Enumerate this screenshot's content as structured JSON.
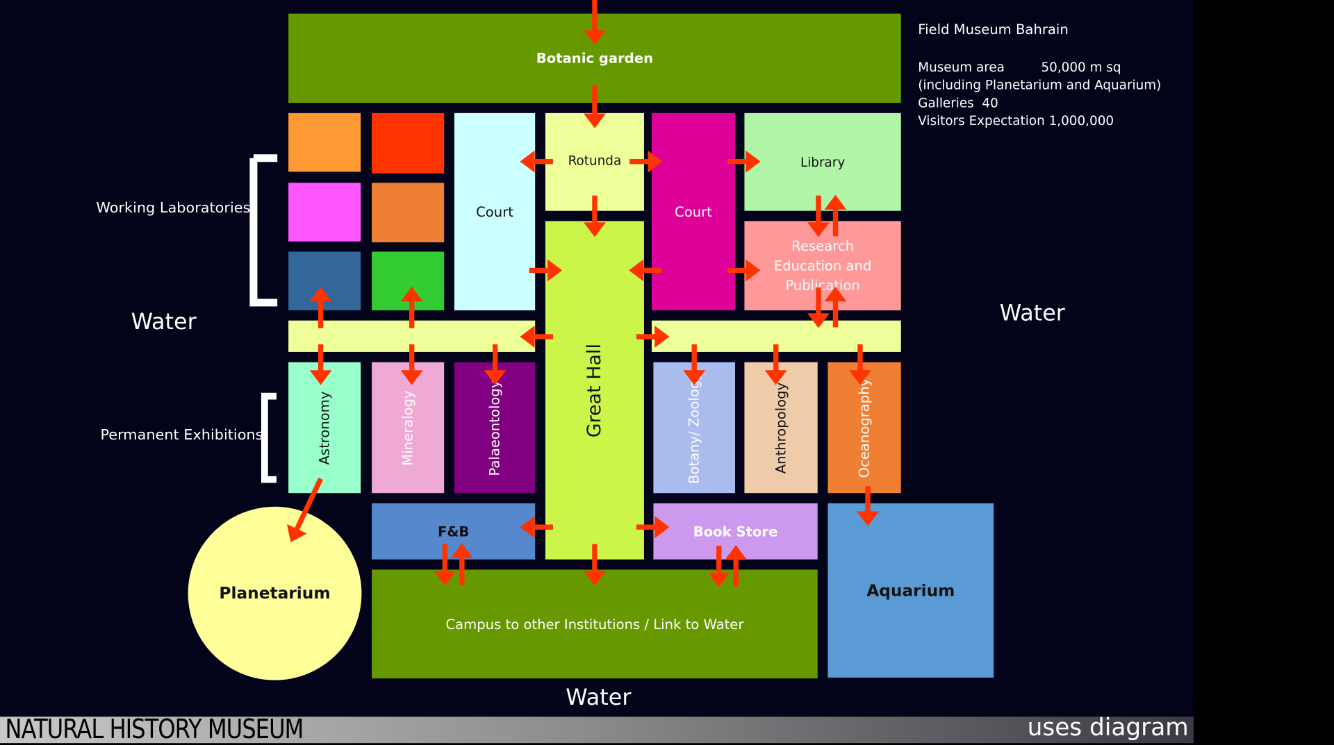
{
  "title": "NATURAL HISTORY MUSEUM",
  "subtitle": "uses diagram",
  "info": {
    "heading": "Field Museum Bahrain",
    "lines": [
      "Museum area         50,000 m sq",
      "(including Planetarium and Aquarium)",
      "Galleries  40",
      "Visitors Expectation 1,000,000"
    ]
  },
  "labels": {
    "working_labs": "Working Laboratories",
    "permanent_exhibitions": "Permanent Exhibitions",
    "water_left": "Water",
    "water_right": "Water",
    "water_bottom": "Water"
  },
  "spaces": {
    "botanic": "Botanic garden",
    "rotunda": "Rotunda",
    "court1": "Court",
    "court2": "Court",
    "library": "Library",
    "research": "Research Education and Publication",
    "great_hall": "Great Hall",
    "astronomy": "Astronomy",
    "mineralogy": "Mineralogy",
    "palaeontology": "Palaeontology",
    "botany": "Botany/ Zoology",
    "anthropology": "Anthropology",
    "oceanography": "Oceanography",
    "fb": "F&B",
    "bookstore": "Book Store",
    "campus": "Campus to other Institutions / Link to Water",
    "aquarium": "Aquarium",
    "planetarium": "Planetarium"
  },
  "colors": {
    "arrow": "#ff3300",
    "botanic": "#669900",
    "great_hall": "#ccf54a"
  }
}
